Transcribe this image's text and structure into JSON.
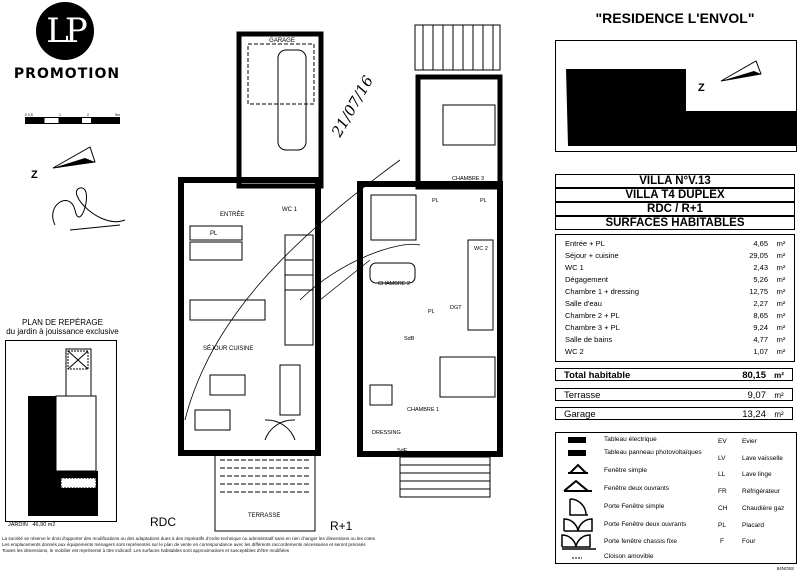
{
  "logo": {
    "monogram": "LP",
    "brand": "PROMOTION"
  },
  "scale_bar": {
    "labels": [
      "0 0,5",
      "1",
      "2",
      "5m"
    ]
  },
  "north_label": "Z",
  "handwritten_date": "21/07/16",
  "reperage": {
    "title": "PLAN DE REPÉRAGE",
    "subtitle": "du jardin à jouissance exclusive",
    "jardin_label": "JARDIN",
    "jardin_area": "46,90 m2"
  },
  "disclaimer": [
    "La société se réserve le droit d'apporter des modifications ou des adaptations dues à des impératifs d'ordre technique ou administratif sans en rien changer les dimensions ou les cotes",
    "Les emplacements donnés aux équipements ménagers sont représentés sur le plan de vente en correspondance avec les différents raccordements nécessaires et seront précisés",
    "Toutes les dimensions, le mobilier est représenté à titre indicatif. Les surfaces habitables sont approximatives et susceptibles d'être modifiées"
  ],
  "plan_rdc": {
    "level": "RDC",
    "rooms": [
      "GARAGE",
      "ENTRÉE",
      "WC 1",
      "PL",
      "SÉJOUR CUISINE",
      "TERRASSE"
    ]
  },
  "plan_r1": {
    "level": "R+1",
    "rooms": [
      "CHAMBRE 3",
      "PL",
      "PL",
      "WC 2",
      "CHAMBRE 2",
      "PL",
      "DGT",
      "SdB",
      "CHAMBRE 1",
      "DRESSING",
      "SdE"
    ]
  },
  "residence": "\"RESIDENCE L'ENVOL\"",
  "summary": {
    "villa": "VILLA N°V.13",
    "type": "VILLA T4 DUPLEX",
    "levels": "RDC / R+1",
    "section": "SURFACES HABITABLES",
    "unit": "m²",
    "items": [
      {
        "label": "Entrée + PL",
        "value": "4,65"
      },
      {
        "label": "Séjour + cuisine",
        "value": "29,05"
      },
      {
        "label": "WC 1",
        "value": "2,43"
      },
      {
        "label": "Dégagement",
        "value": "5,26"
      },
      {
        "label": "Chambre 1 + dressing",
        "value": "12,75"
      },
      {
        "label": "Salle d'eau",
        "value": "2,27"
      },
      {
        "label": "Chambre 2 + PL",
        "value": "8,65"
      },
      {
        "label": "Chambre 3 + PL",
        "value": "9,24"
      },
      {
        "label": "Salle de bains",
        "value": "4,77"
      },
      {
        "label": "WC 2",
        "value": "1,07"
      }
    ],
    "total": {
      "label": "Total habitable",
      "value": "80,15"
    },
    "terrasse": {
      "label": "Terrasse",
      "value": "9,07"
    },
    "garage": {
      "label": "Garage",
      "value": "13,24"
    }
  },
  "legend": {
    "symbols": [
      "Tableau électrique",
      "Tableau panneau photovoltaïques",
      "Fenêtre simple",
      "Fenêtre deux ouvrants",
      "Porte Fenêtre simple",
      "Porte Fenêtre deux ouvrants",
      "Porte fenêtre chassis fixe",
      "Cloison amovible"
    ],
    "abbreviations": [
      {
        "code": "EV",
        "label": "Evier"
      },
      {
        "code": "LV",
        "label": "Lave vaisselle"
      },
      {
        "code": "LL",
        "label": "Lave linge"
      },
      {
        "code": "FR",
        "label": "Réfrigérateur"
      },
      {
        "code": "CH",
        "label": "Chaudière gaz"
      },
      {
        "code": "PL",
        "label": "Placard"
      },
      {
        "code": "F",
        "label": "Four"
      }
    ]
  },
  "doc_code": "84NO5S"
}
